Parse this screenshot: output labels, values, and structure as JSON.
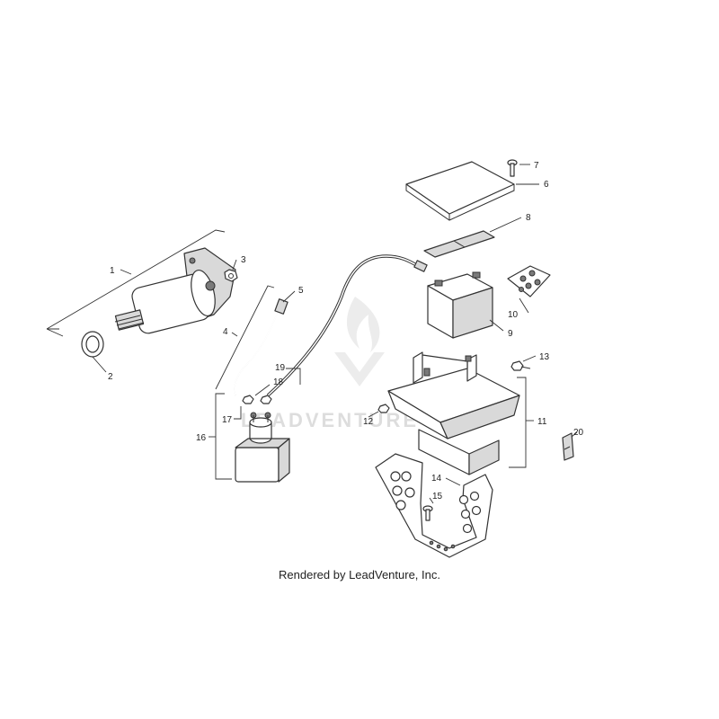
{
  "diagram": {
    "callouts": {
      "c1": "1",
      "c2": "2",
      "c3": "3",
      "c4": "4",
      "c5": "5",
      "c6": "6",
      "c7": "7",
      "c8": "8",
      "c9": "9",
      "c10": "10",
      "c11": "11",
      "c12": "12",
      "c13": "13",
      "c14": "14",
      "c15": "15",
      "c16": "16",
      "c17": "17",
      "c18": "18",
      "c19": "19",
      "c20": "20"
    },
    "watermark": "LEADVENTURE"
  },
  "footer": {
    "credit": "Rendered by LeadVenture, Inc."
  }
}
